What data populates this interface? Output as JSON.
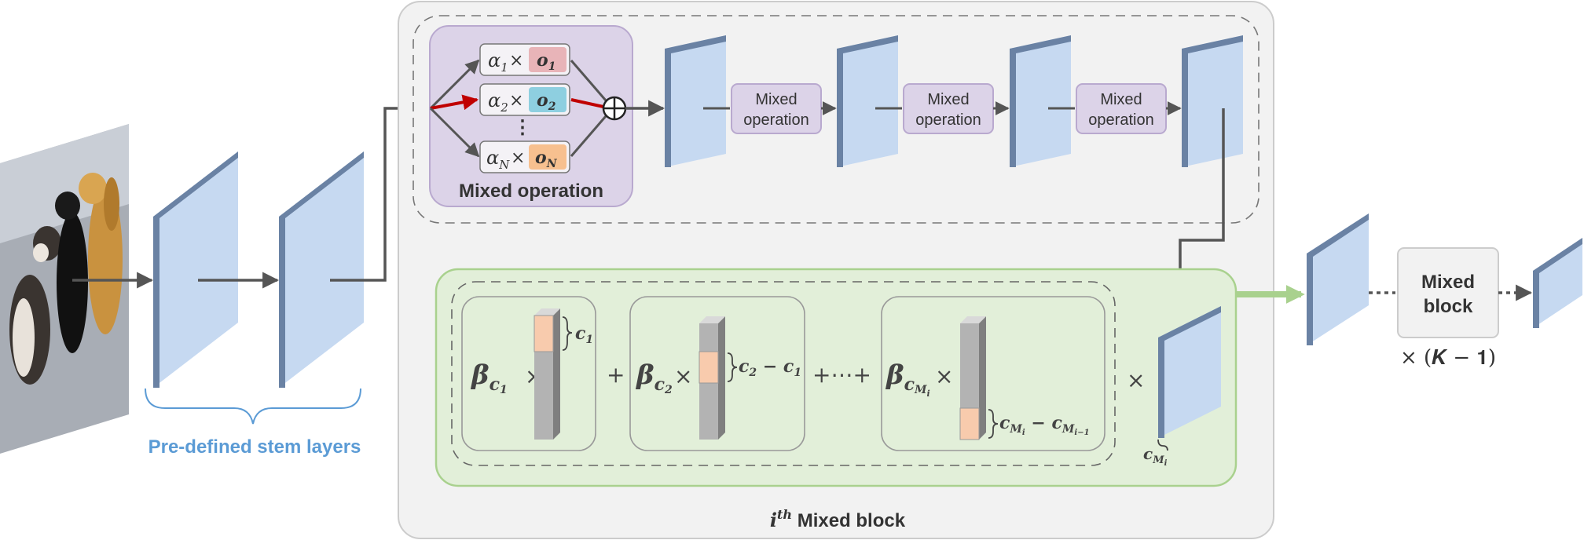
{
  "stem": {
    "label": "Pre-defined stem layers"
  },
  "mixed_op": {
    "title": "Mixed operation",
    "rows": [
      {
        "alpha": "α",
        "alpha_sub": "1",
        "times": "×",
        "op": "o",
        "op_sub": "1",
        "color": "#e8b4b8"
      },
      {
        "alpha": "α",
        "alpha_sub": "2",
        "times": "×",
        "op": "o",
        "op_sub": "2",
        "color": "#8ecfe0"
      },
      {
        "alpha": "α",
        "alpha_sub": "N",
        "times": "×",
        "op": "o",
        "op_sub": "N",
        "color": "#f7c08f"
      }
    ],
    "ellipsis": "⋮",
    "sum_symbol": "⊕"
  },
  "chain": {
    "ops": [
      {
        "line1": "Mixed",
        "line2": "operation"
      },
      {
        "line1": "Mixed",
        "line2": "operation"
      },
      {
        "line1": "Mixed",
        "line2": "operation"
      }
    ]
  },
  "channel": {
    "b1": {
      "beta": "β",
      "sub": "c",
      "subsub": "1",
      "times": "×",
      "brace": "c",
      "brace_sub": "1"
    },
    "plus1": "+",
    "b2": {
      "beta": "β",
      "sub": "c",
      "subsub": "2",
      "times": "×",
      "brace_a": "c",
      "brace_a_sub": "2",
      "minus": " − ",
      "brace_b": "c",
      "brace_b_sub": "1"
    },
    "plus_dots": "+⋯+",
    "b3": {
      "beta": "β",
      "sub": "c",
      "subsub": "M",
      "subsubsub": "i",
      "times": "×",
      "brace_a": "c",
      "brace_a_sub": "M",
      "brace_a_subsub": "i",
      "minus": " − ",
      "brace_b": "c",
      "brace_b_sub": "M",
      "brace_b_subsub": "i−1"
    },
    "outer_times": "×",
    "c_mi": {
      "c": "c",
      "sub": "M",
      "subsub": "i"
    }
  },
  "block_title": {
    "prefix": "i",
    "sup": "th",
    "rest": " Mixed block"
  },
  "right": {
    "block_line1": "Mixed",
    "block_line2": "block",
    "repeat": "× (𝑲 − 𝟏)"
  },
  "colors": {
    "feature_front": "#c6d9f1",
    "feature_side": "#6a82a4",
    "arrow": "#555555",
    "red_arrow": "#c00000",
    "purple_bg": "#dcd3e8",
    "purple_border": "#b9a9cf",
    "green_bg": "#e2efd9",
    "green_border": "#a9d18e",
    "green_arrow": "#a9d18e",
    "gray_panel": "#f2f2f2",
    "gray_border": "#cccccc",
    "stem_label": "#5b9bd5"
  }
}
